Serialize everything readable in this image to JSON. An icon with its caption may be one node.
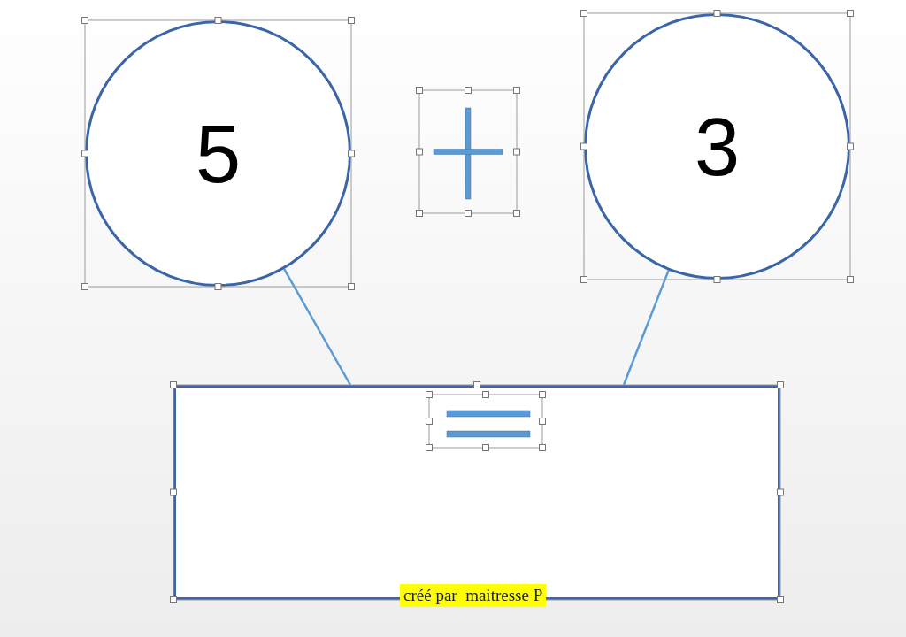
{
  "diagram": {
    "nodes": [
      {
        "text": [
          "5"
        ]
      },
      {
        "text": [],
        "shape": "plus"
      },
      {
        "text": [
          "3"
        ]
      },
      {
        "text": [],
        "shape": "box"
      },
      {
        "text": [],
        "shape": "equals",
        "in": 3
      }
    ],
    "edges": [
      {
        "from": 0,
        "to": 3,
        "arrow": "none"
      },
      {
        "from": 2,
        "to": 3,
        "arrow": "none"
      }
    ],
    "labels": [
      "créé par  maitresse P"
    ]
  }
}
